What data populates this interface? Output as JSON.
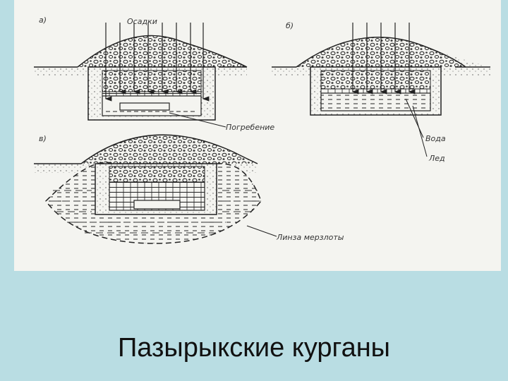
{
  "figure": {
    "panels": {
      "a": "а)",
      "b": "б)",
      "c": "в)"
    },
    "labels": {
      "precipitation": "Осадки",
      "burial": "Погребение",
      "water": "Вода",
      "ice": "Лед",
      "permafrost_lens": "Линза мерзлоты"
    }
  },
  "caption": "Пазырыкские курганы"
}
